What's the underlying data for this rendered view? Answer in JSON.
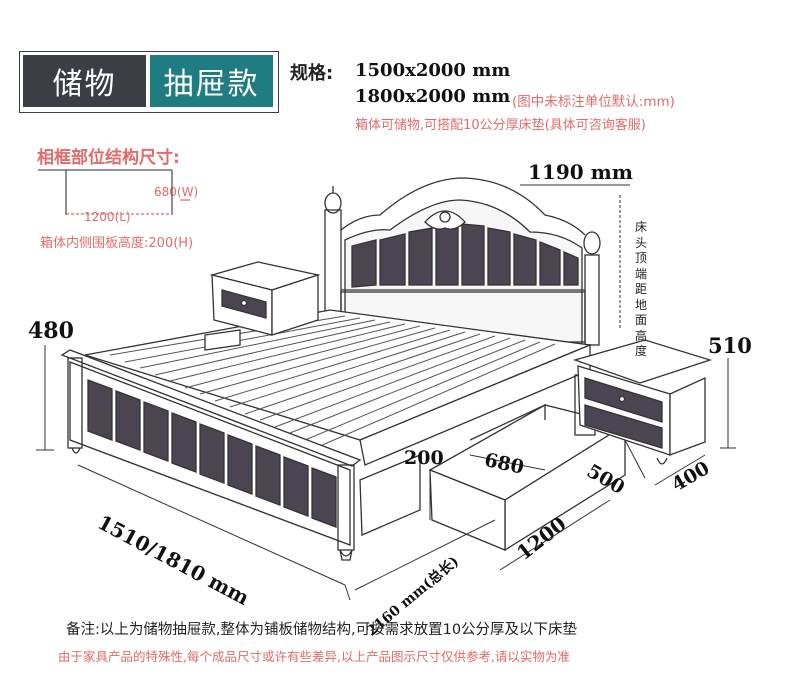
{
  "header": {
    "tag_left": "储物",
    "tag_right": "抽屉款",
    "spec_label": "规格:",
    "spec_line1": "1500x2000 mm",
    "spec_line2": "1800x2000 mm",
    "unit_note": "(图中未标注单位默认:mm)",
    "storage_note": "箱体可储物,可搭配10公分厚床垫(具体可咨询客服)"
  },
  "frame_section": {
    "title": "相框部位结构尺寸:",
    "width_label": "680(W)",
    "length_label": "1200(L)",
    "height_label": "箱体内侧围板高度:200(H)"
  },
  "dimensions": {
    "headboard_width": "1190 mm",
    "headboard_height_note": "床头顶端距地面高度",
    "left_nightstand_height": "480",
    "right_nightstand_height": "510",
    "drawer_height": "200",
    "drawer_width": "680",
    "drawer_depth": "500",
    "nightstand_depth": "400",
    "drawer_length": "1200",
    "bed_width": "1510/1810 mm",
    "bed_length": "2160 mm(总长)"
  },
  "footer": {
    "remark": "备注:以上为储物抽屉款,整体为铺板储物结构,可按需求放置10公分厚及以下床垫",
    "disclaimer": "由于家具产品的特殊性,每个成品尺寸或许有些差异,以上产品图示尺寸仅供参考,请以实物为准"
  },
  "colors": {
    "tag_dark": "#3b3e44",
    "tag_teal": "#1f7c80",
    "note_red": "#e06b6b",
    "panel_dark": "#4a4550"
  }
}
